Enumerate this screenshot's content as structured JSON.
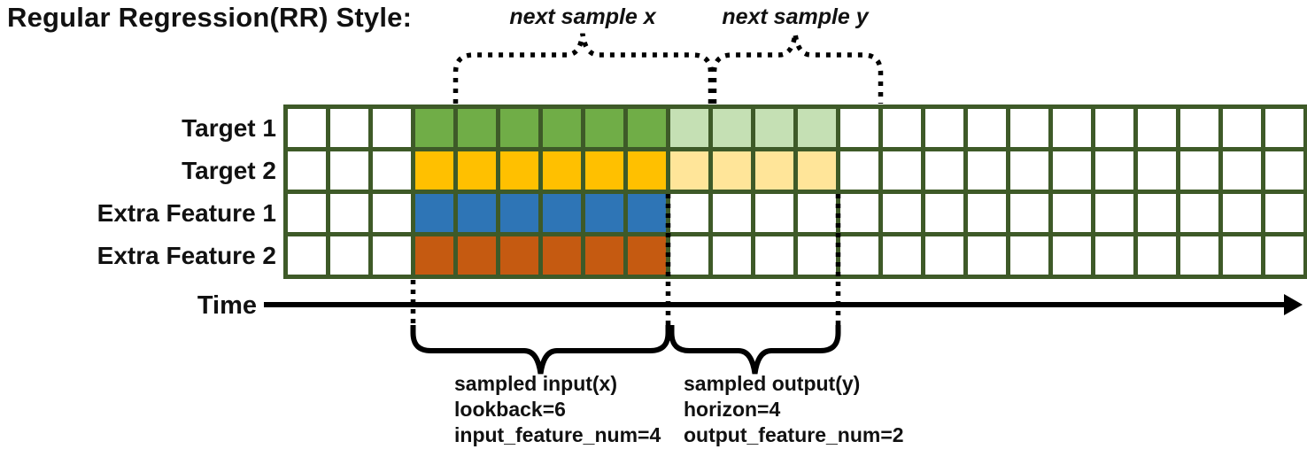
{
  "title": "Regular Regression(RR) Style:",
  "annotations": {
    "next_sample_x": "next sample x",
    "next_sample_y": "next sample y",
    "time_label": "Time",
    "input_block": {
      "line1": "sampled input(x)",
      "line2": "lookback=6",
      "line3": "input_feature_num=4"
    },
    "output_block": {
      "line1": "sampled output(y)",
      "line2": "horizon=4",
      "line3": "output_feature_num=2"
    }
  },
  "grid": {
    "total_columns": 24,
    "input_start_col": 3,
    "lookback": 6,
    "horizon": 4,
    "border_color": "#3E5A28",
    "empty_color": "#ffffff",
    "rows": [
      {
        "label": "Target 1",
        "input_color": "#70AD47",
        "output_color": "#C5E0B4"
      },
      {
        "label": "Target 2",
        "input_color": "#FFC000",
        "output_color": "#FFE599"
      },
      {
        "label": "Extra Feature 1",
        "input_color": "#2E75B6",
        "output_color": null
      },
      {
        "label": "Extra Feature 2",
        "input_color": "#C55A11",
        "output_color": null
      }
    ]
  },
  "line_color": "#000000"
}
